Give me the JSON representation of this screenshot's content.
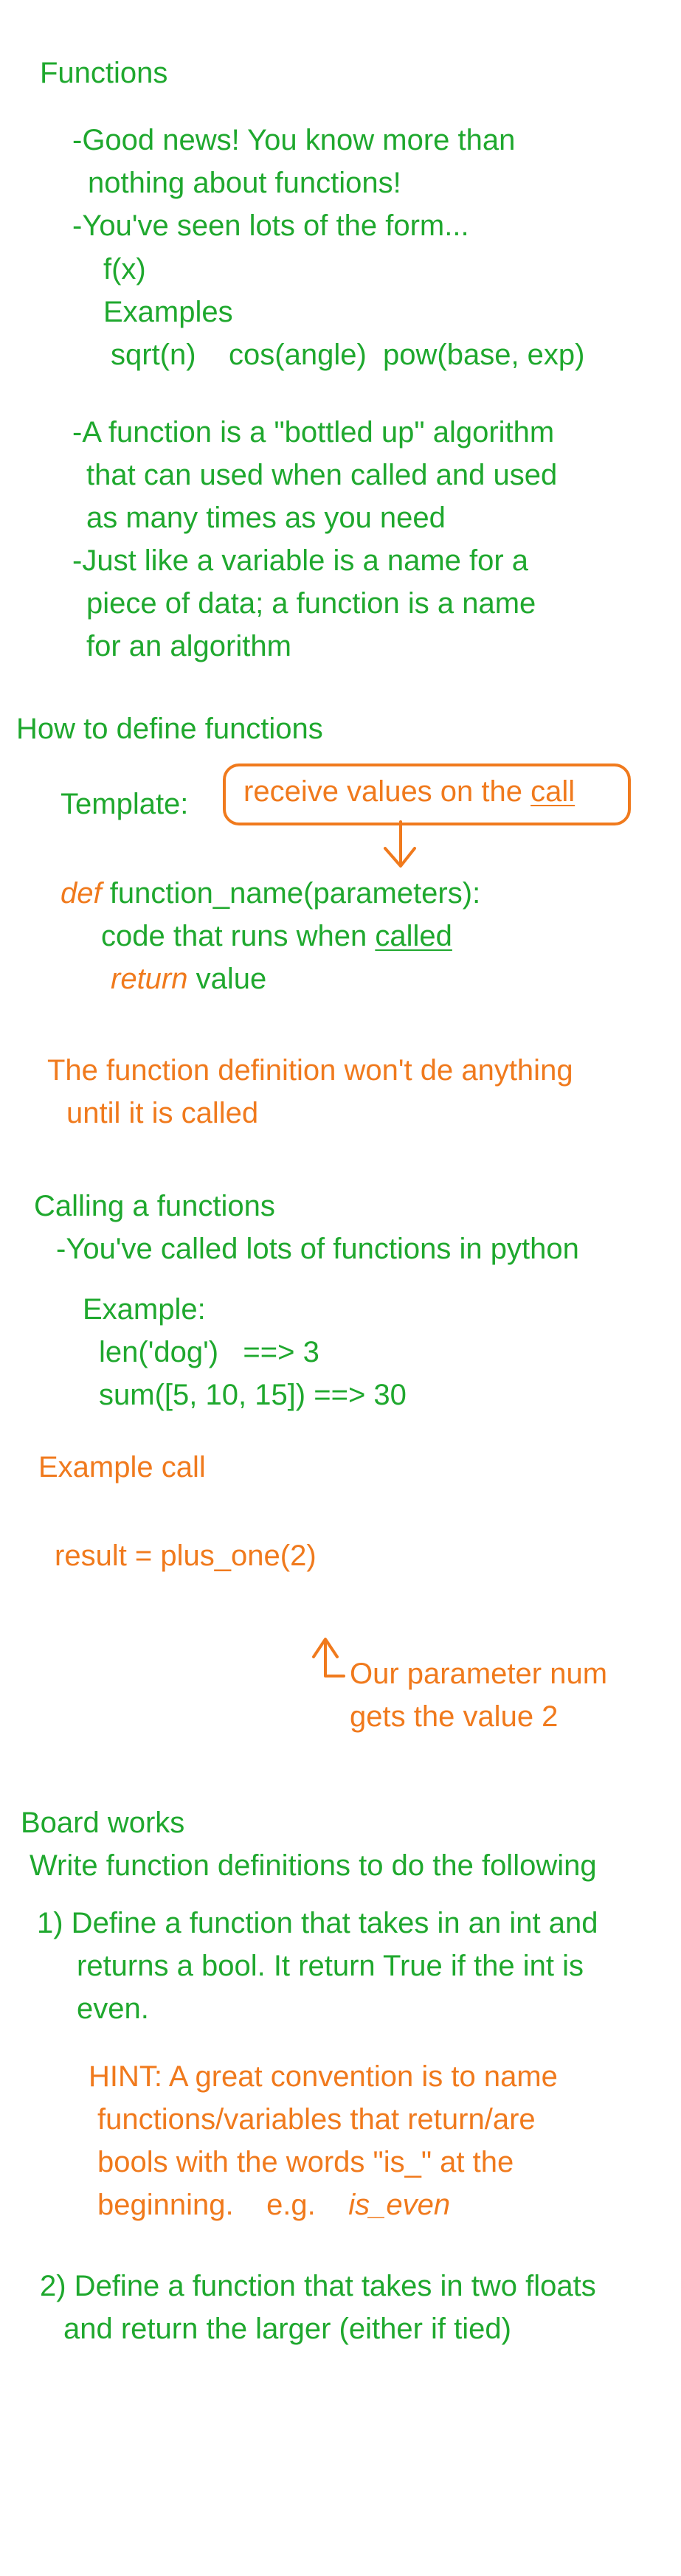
{
  "notes": {
    "intro": {
      "title": "Functions",
      "line1": "-Good news! You know more than",
      "line2": "nothing about functions!",
      "line3": "-You've seen lots of the form...",
      "form": "f(x)",
      "examples_label": "Examples",
      "examples": "sqrt(n)    cos(angle)  pow(base, exp)",
      "bottled1": "-A function is a \"bottled up\" algorithm",
      "bottled2": "that can used when called and used",
      "bottled3": "as many times as you need",
      "variable1": "-Just like a variable is a name for a",
      "variable2": "piece of data; a function is a name",
      "variable3": "for an algorithm"
    },
    "define": {
      "title": "How to define functions",
      "template_label": "Template:",
      "callout_prefix": "receive values on the ",
      "callout_underlined": "call",
      "def_keyword": "def",
      "def_rest": " function_name(parameters):",
      "body_prefix": "code that runs when ",
      "body_underlined": "called",
      "return_keyword": "return",
      "return_rest": " value",
      "warning1": "The function definition won't de anything",
      "warning2": "until it is called"
    },
    "calling": {
      "title": "Calling a functions",
      "line1": "-You've called lots of functions in python",
      "example_label": "Example:",
      "ex1": "len('dog')   ==> 3",
      "ex2": "sum([5, 10, 15]) ==> 30",
      "call_label": "Example call",
      "call_code": "result = plus_one(2)",
      "param1": "Our parameter num",
      "param2": "gets the value 2"
    },
    "board": {
      "title": "Board works",
      "subtitle": "Write function definitions to do the following",
      "q1_line1": "1) Define a function that takes in an int and",
      "q1_line2": "returns a bool. It return True if the int is",
      "q1_line3": "even.",
      "hint1": "HINT: A great convention is to name",
      "hint2": "functions/variables that return/are",
      "hint3": "bools with the words \"is_\" at the",
      "hint4_prefix": "beginning.    e.g.    ",
      "hint4_italic": "is_even",
      "q2_line1": "2) Define a function that takes in two floats",
      "q2_line2": "and return the larger (either if tied)"
    }
  },
  "colors": {
    "green": "#1fa82e",
    "orange": "#f07a1d"
  }
}
